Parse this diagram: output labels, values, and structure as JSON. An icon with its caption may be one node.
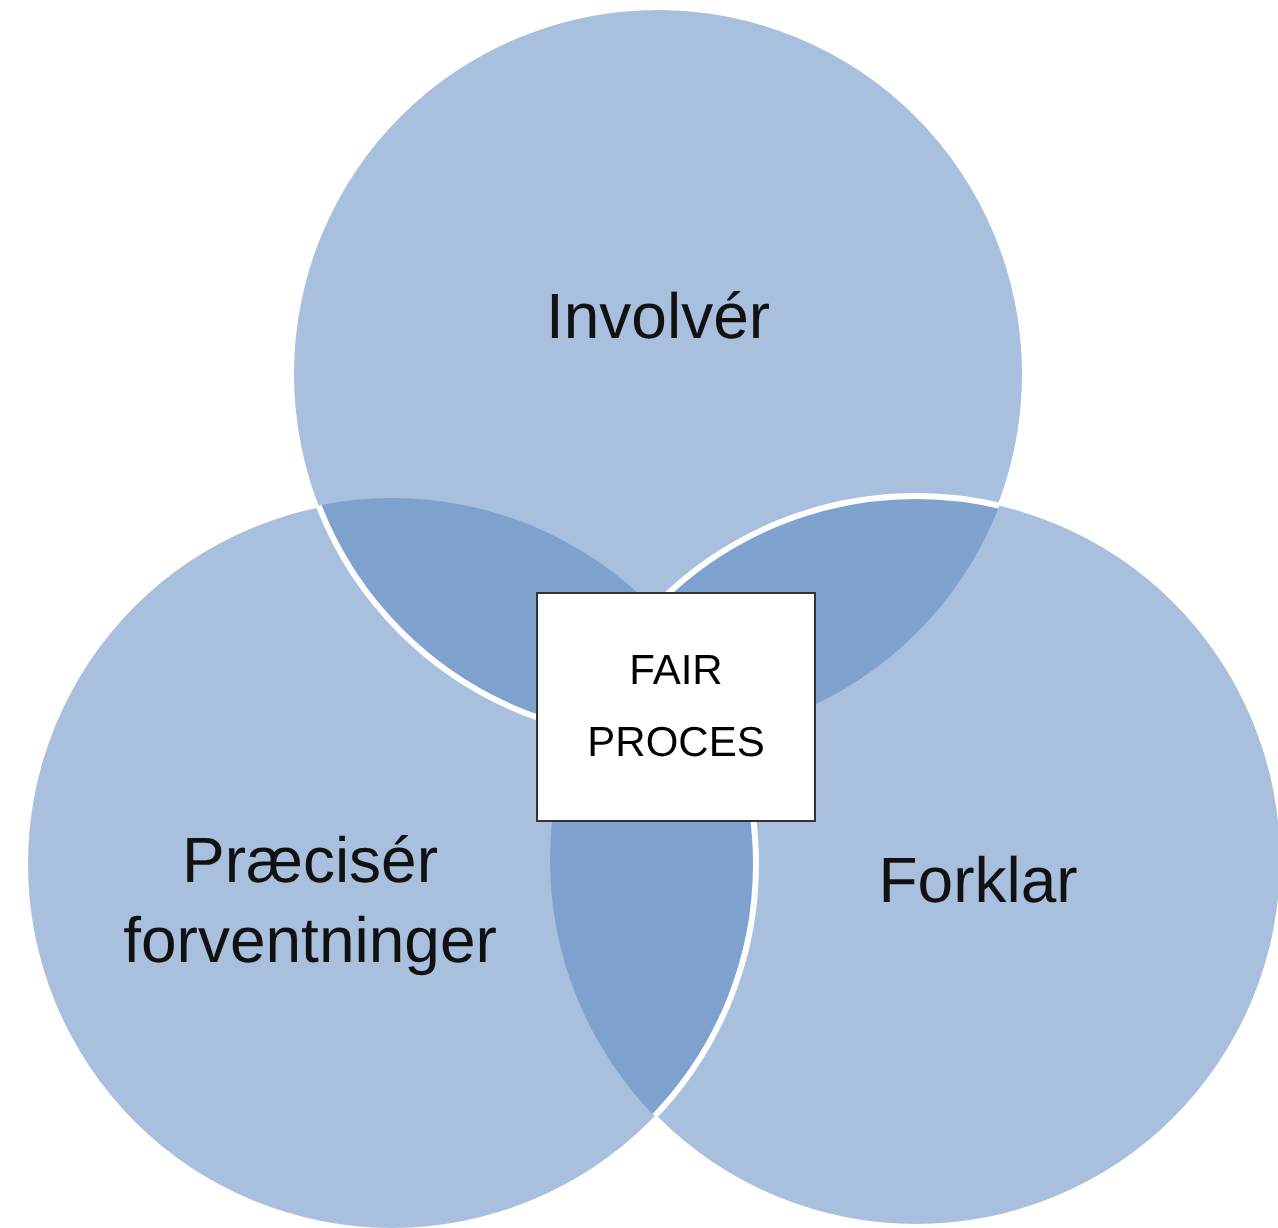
{
  "diagram": {
    "nodes": [
      {
        "text": [
          "Involvér"
        ]
      },
      {
        "text": [
          "Præcisér forventninger"
        ]
      },
      {
        "text": [
          "Forklar"
        ]
      },
      {
        "text": [
          "FAIR PROCES"
        ]
      }
    ]
  }
}
